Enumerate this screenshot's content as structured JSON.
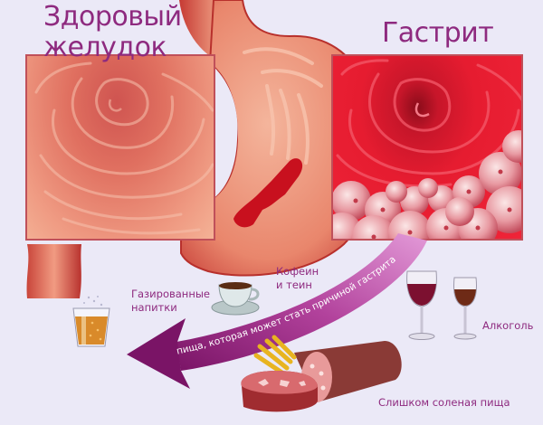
{
  "titles": {
    "healthy": "Здоровый\nжелудок",
    "healthy_line1": "Здоровый",
    "healthy_line2": "желудок",
    "gastritis": "Гастрит"
  },
  "arrow": {
    "text": "пища, которая может стать причиной гастрита",
    "color": "#a3398f"
  },
  "causes": [
    {
      "id": "soda",
      "label_line1": "Газированные",
      "label_line2": "напитки"
    },
    {
      "id": "caffeine",
      "label_line1": "Кофеин",
      "label_line2": "и теин"
    },
    {
      "id": "alcohol",
      "label": "Алкоголь"
    },
    {
      "id": "salty",
      "label": "Слишком соленая пища"
    }
  ],
  "colors": {
    "background": "#ebe9f7",
    "text": "#8e2a7f",
    "healthy_mucosa": "#e0705f",
    "gastritis_mucosa": "#e01a2c",
    "stomach": "#e98a72"
  }
}
